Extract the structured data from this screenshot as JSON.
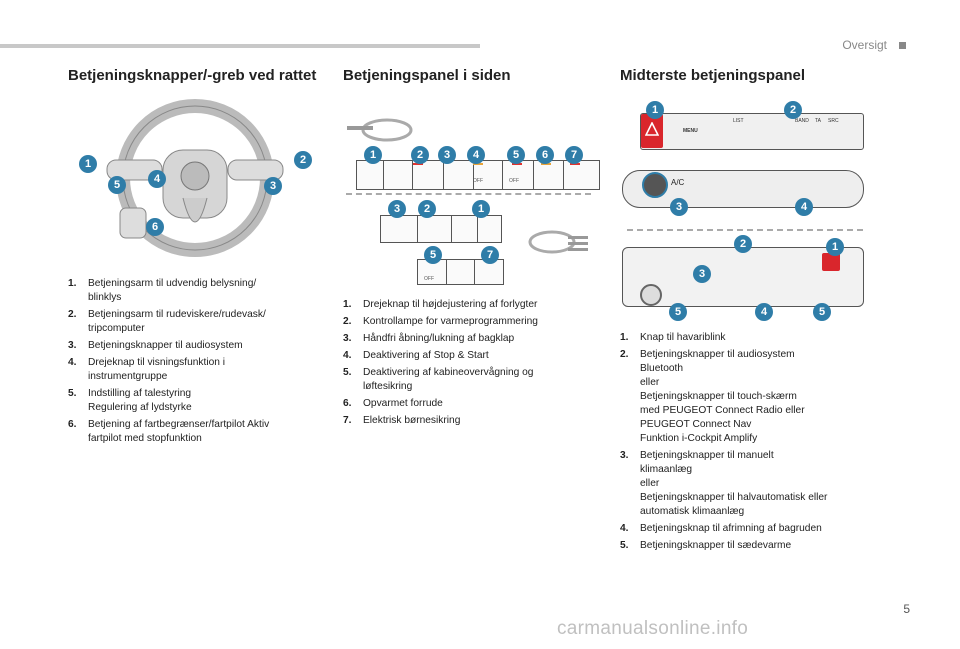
{
  "header": {
    "section": "Oversigt"
  },
  "columns": [
    {
      "title": "Betjeningsknapper/-greb ved rattet",
      "items": [
        {
          "n": "1.",
          "text": "Betjeningsarm til udvendig belysning/\nblinklys"
        },
        {
          "n": "2.",
          "text": "Betjeningsarm til rudeviskere/rudevask/\ntripcomputer"
        },
        {
          "n": "3.",
          "text": "Betjeningsknapper til audiosystem"
        },
        {
          "n": "4.",
          "text": "Drejeknap til visningsfunktion i\ninstrumentgruppe"
        },
        {
          "n": "5.",
          "text": "Indstilling af talestyring\nRegulering af lydstyrke"
        },
        {
          "n": "6.",
          "text": "Betjening af fartbegrænser/fartpilot Aktiv\nfartpilot med stopfunktion"
        }
      ]
    },
    {
      "title": "Betjeningspanel i siden",
      "items": [
        {
          "n": "1.",
          "text": "Drejeknap til højdejustering af forlygter"
        },
        {
          "n": "2.",
          "text": "Kontrollampe for varmeprogrammering"
        },
        {
          "n": "3.",
          "text": "Håndfri åbning/lukning af bagklap"
        },
        {
          "n": "4.",
          "text": "Deaktivering af Stop & Start"
        },
        {
          "n": "5.",
          "text": "Deaktivering af kabineovervågning og\nløftesikring"
        },
        {
          "n": "6.",
          "text": "Opvarmet forrude"
        },
        {
          "n": "7.",
          "text": "Elektrisk børnesikring"
        }
      ]
    },
    {
      "title": "Midterste betjeningspanel",
      "items": [
        {
          "n": "1.",
          "text": "Knap til havariblink"
        },
        {
          "n": "2.",
          "text": "Betjeningsknapper til audiosystem\nBluetooth\neller\nBetjeningsknapper til touch-skærm\nmed PEUGEOT Connect Radio eller\nPEUGEOT Connect Nav\nFunktion i-Cockpit Amplify"
        },
        {
          "n": "3.",
          "text": "Betjeningsknapper til manuelt\nklimaanlæg\neller\nBetjeningsknapper til halvautomatisk eller\nautomatisk klimaanlæg"
        },
        {
          "n": "4.",
          "text": "Betjeningsknap til afrimning af bagruden"
        },
        {
          "n": "5.",
          "text": "Betjeningsknapper til sædevarme"
        }
      ]
    }
  ],
  "badges": {
    "wheel": [
      "1",
      "2",
      "3",
      "4",
      "5",
      "6"
    ],
    "side_top": [
      "1",
      "2",
      "3",
      "4",
      "5",
      "6",
      "7"
    ],
    "side_mid": [
      "3",
      "2",
      "1"
    ],
    "side_bot": [
      "5",
      "7"
    ],
    "center_top": [
      "1",
      "2"
    ],
    "center_mid": [
      "3",
      "4"
    ],
    "center_bot": [
      "2",
      "1",
      "3",
      "5",
      "4",
      "5"
    ]
  },
  "panel_labels": {
    "ac": "A/C",
    "menu": "MENU",
    "list": "LIST",
    "band": "BAND",
    "ta": "TA",
    "src": "SRC",
    "off": "OFF"
  },
  "page_number": "5",
  "watermark": "carmanualsonline.info",
  "colors": {
    "badge": "#2f7da8",
    "hazard": "#d9262c",
    "led_red": "#e0332e",
    "led_orange": "#e8a33a"
  }
}
